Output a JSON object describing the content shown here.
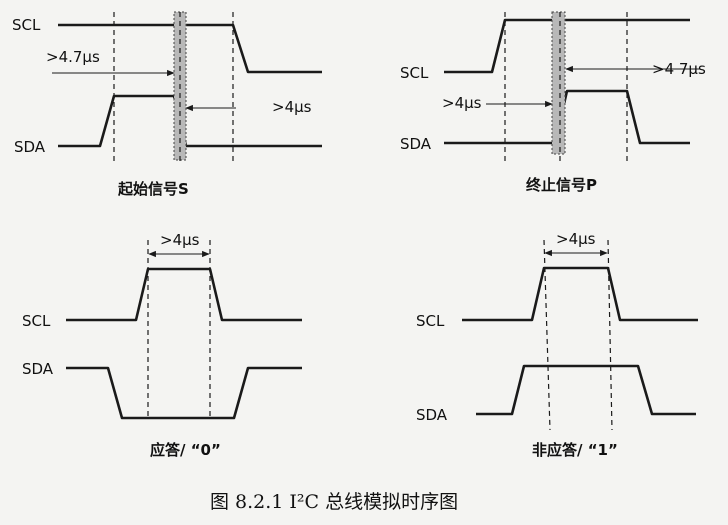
{
  "figure_title": "图 8.2.1   I²C 总线模拟时序图",
  "panels": {
    "start": {
      "caption": "起始信号S",
      "scl_label": "SCL",
      "sda_label": "SDA",
      "t1": ">4.7μs",
      "t2": ">4μs"
    },
    "stop": {
      "caption": "终止信号P",
      "scl_label": "SCL",
      "sda_label": "SDA",
      "t1": ">4 7μs",
      "t2": ">4μs"
    },
    "ack": {
      "caption": "应答/ “0”",
      "scl_label": "SCL",
      "sda_label": "SDA",
      "t1": ">4μs"
    },
    "nack": {
      "caption": "非应答/ “1”",
      "scl_label": "SCL",
      "sda_label": "SDA",
      "t1": ">4μs"
    }
  }
}
